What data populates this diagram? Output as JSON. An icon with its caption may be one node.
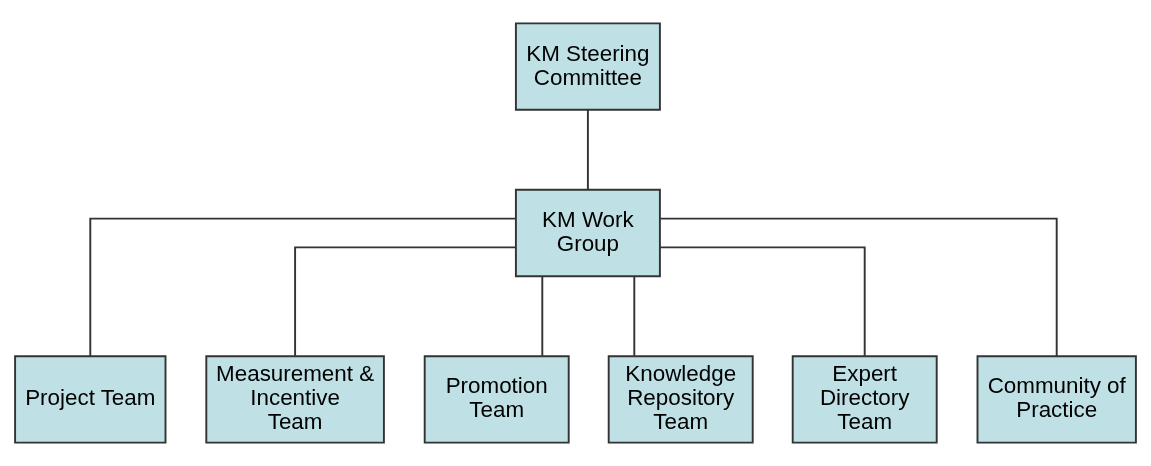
{
  "diagram": {
    "nodes": [
      {
        "text": [
          "KM Steering Committee"
        ]
      },
      {
        "text": [
          "KM Work Group"
        ]
      },
      {
        "text": [
          "Project Team"
        ]
      },
      {
        "text": [
          "Measurement & Incentive Team"
        ]
      },
      {
        "text": [
          "Promotion Team"
        ]
      },
      {
        "text": [
          "Knowledge Repository Team"
        ]
      },
      {
        "text": [
          "Expert Directory Team"
        ]
      },
      {
        "text": [
          "Community of Practice"
        ]
      }
    ],
    "edges": [
      {
        "from": 0,
        "to": 1,
        "arrow": "none"
      },
      {
        "from": 1,
        "to": 2,
        "arrow": "none"
      },
      {
        "from": 1,
        "to": 3,
        "arrow": "none"
      },
      {
        "from": 1,
        "to": 4,
        "arrow": "none"
      },
      {
        "from": 1,
        "to": 5,
        "arrow": "none"
      },
      {
        "from": 1,
        "to": 6,
        "arrow": "none"
      },
      {
        "from": 1,
        "to": 7,
        "arrow": "none"
      }
    ]
  }
}
